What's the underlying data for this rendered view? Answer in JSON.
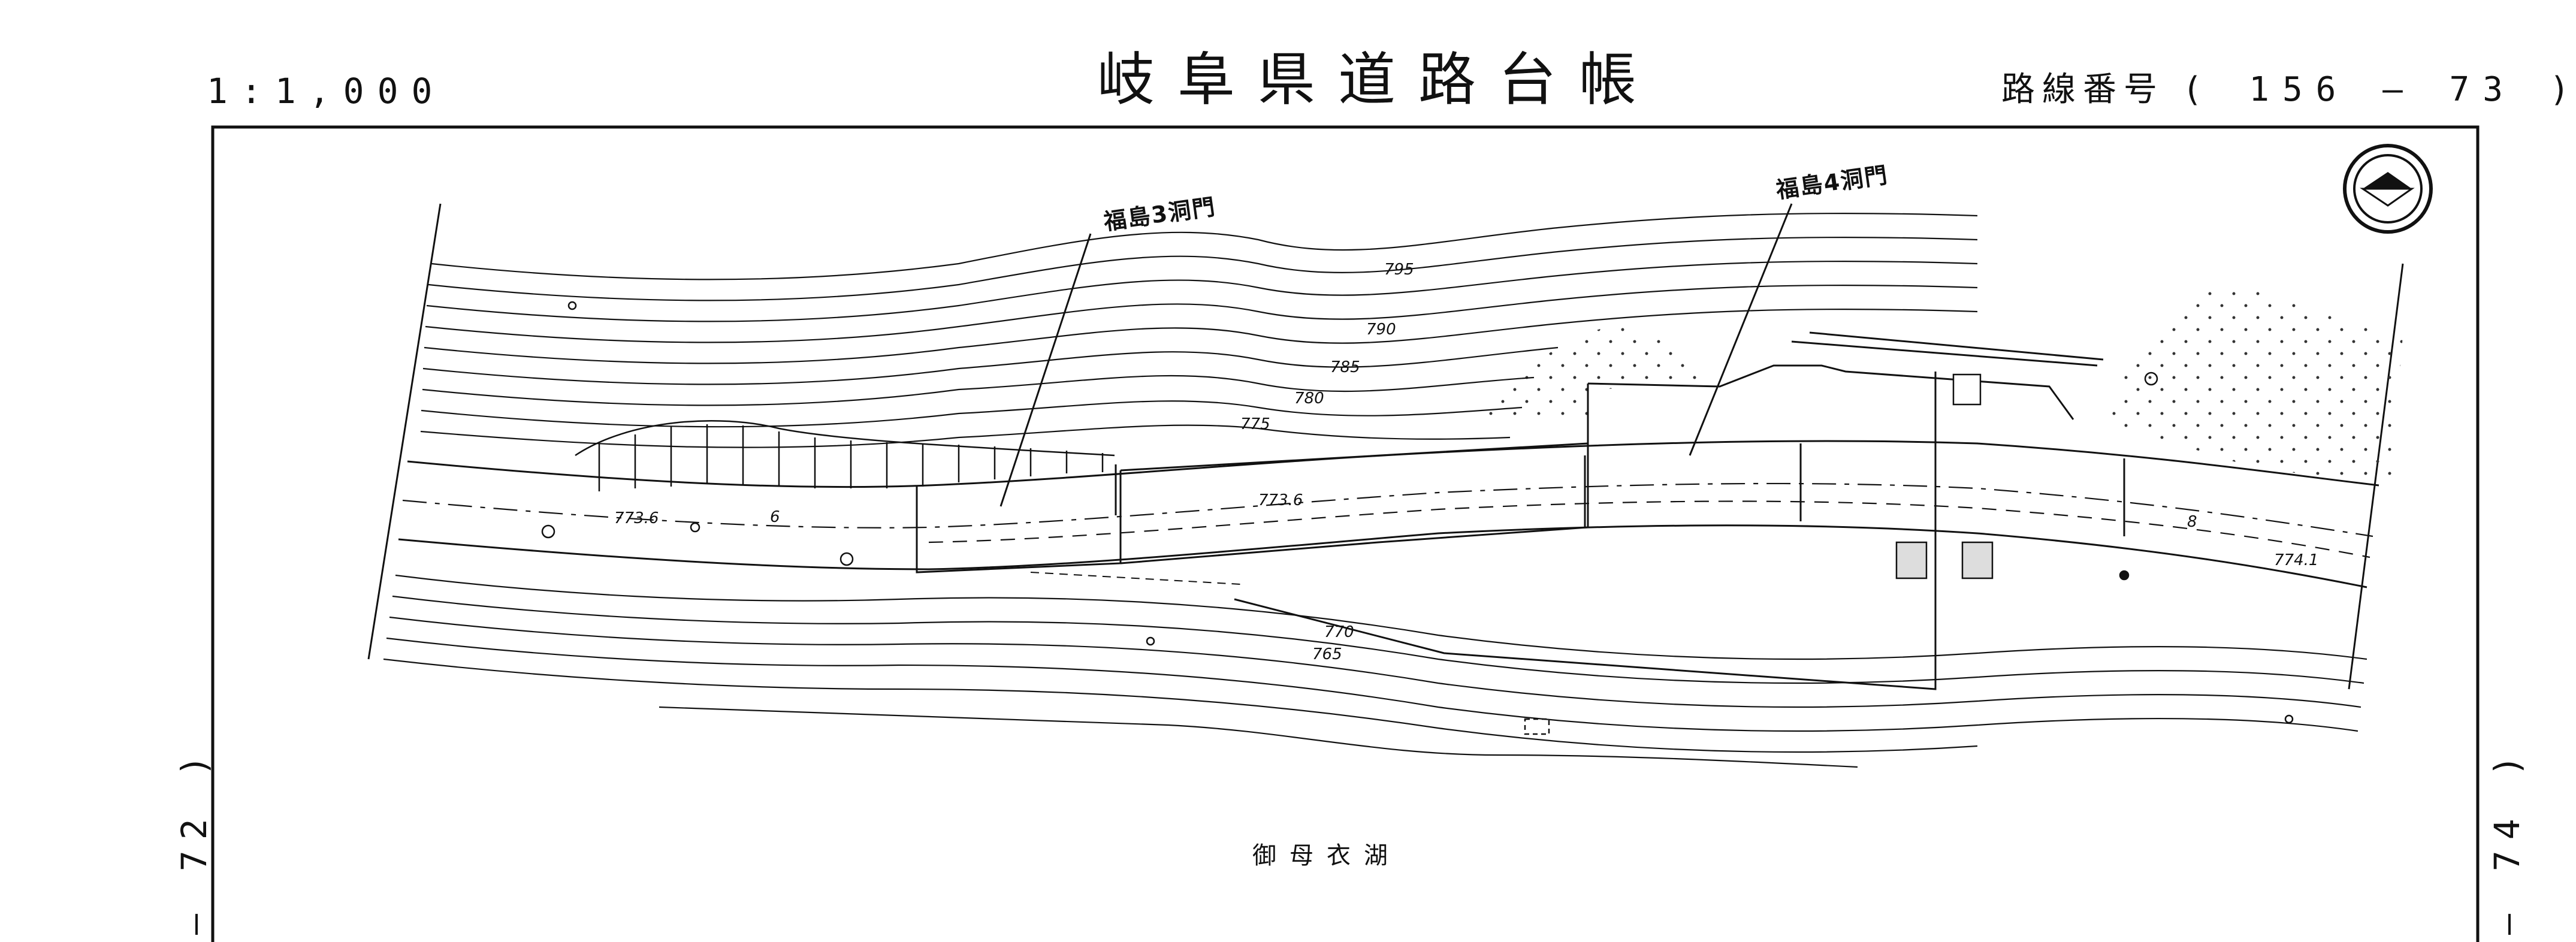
{
  "header": {
    "title": "岐阜県道路台帳",
    "scale": "1:1,000",
    "route_label": "路線番号",
    "route_number": "( 156 — 73 )"
  },
  "sheet_refs": {
    "left": "— 72 )",
    "right": "— 74 )"
  },
  "map": {
    "lake_name": "御母衣湖",
    "gate_labels": [
      "福島3洞門",
      "福島4洞門"
    ],
    "contour_labels": [
      "795",
      "790",
      "785",
      "780",
      "775",
      "770",
      "765"
    ],
    "road_elevations": [
      "773.6",
      "773.6",
      "774.1"
    ],
    "road_width_marks": [
      "6",
      "8"
    ],
    "north_icon": "north-arrow-icon"
  },
  "colors": {
    "ink": "#111111",
    "paper": "#ffffff"
  }
}
